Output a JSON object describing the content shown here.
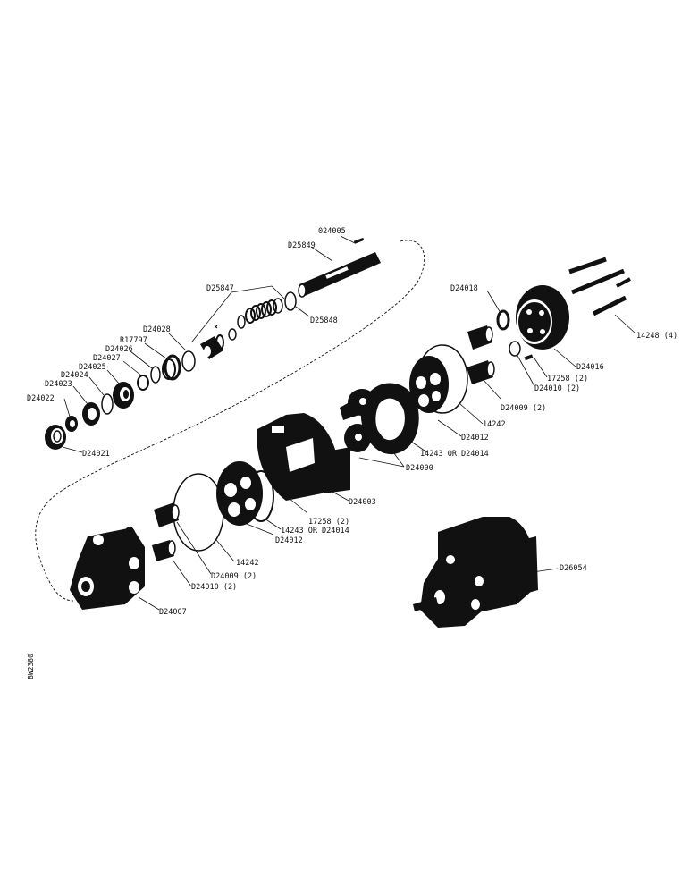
{
  "diagram": {
    "side_code": "BW2380",
    "parts": [
      {
        "id": "p_024005",
        "text": "024005"
      },
      {
        "id": "p_025849",
        "text": "D25849"
      },
      {
        "id": "p_025847",
        "text": "D25847"
      },
      {
        "id": "p_025848",
        "text": "D25848"
      },
      {
        "id": "p_024028",
        "text": "D24028"
      },
      {
        "id": "p_r17797",
        "text": "R17797"
      },
      {
        "id": "p_024026",
        "text": "D24026"
      },
      {
        "id": "p_024027",
        "text": "D24027"
      },
      {
        "id": "p_024025",
        "text": "D24025"
      },
      {
        "id": "p_024024",
        "text": "D24024"
      },
      {
        "id": "p_024023",
        "text": "D24023"
      },
      {
        "id": "p_024022",
        "text": "D24022"
      },
      {
        "id": "p_024021",
        "text": "D24021"
      },
      {
        "id": "p_024018",
        "text": "D24018"
      },
      {
        "id": "p_024016",
        "text": "D24016"
      },
      {
        "id": "p_14248",
        "text": "14248 (4)"
      },
      {
        "id": "p_17258a",
        "text": "17258 (2)"
      },
      {
        "id": "p_024010a",
        "text": "D24010 (2)"
      },
      {
        "id": "p_024009a",
        "text": "D24009 (2)"
      },
      {
        "id": "p_14242a",
        "text": "14242"
      },
      {
        "id": "p_024012a",
        "text": "D24012"
      },
      {
        "id": "p_14243a",
        "text": "14243 OR D24014"
      },
      {
        "id": "p_024000",
        "text": "D24000"
      },
      {
        "id": "p_024003",
        "text": "D24003"
      },
      {
        "id": "p_17258b",
        "text": "17258 (2)"
      },
      {
        "id": "p_14243b",
        "text": "14243 OR D24014"
      },
      {
        "id": "p_024012b",
        "text": "D24012"
      },
      {
        "id": "p_14242b",
        "text": "14242"
      },
      {
        "id": "p_024009b",
        "text": "D24009 (2)"
      },
      {
        "id": "p_024010b",
        "text": "D24010 (2)"
      },
      {
        "id": "p_024007",
        "text": "D24007"
      },
      {
        "id": "p_026054",
        "text": "D26054"
      }
    ]
  }
}
